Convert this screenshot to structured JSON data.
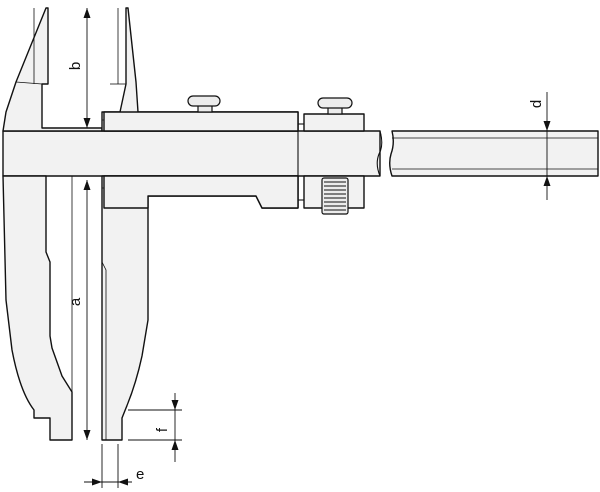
{
  "diagram": {
    "labels": {
      "a": "a",
      "b": "b",
      "d": "d",
      "e": "e",
      "f": "f"
    },
    "colors": {
      "stroke": "#111111",
      "fill": "#f2f2f2",
      "background": "#ffffff"
    }
  }
}
